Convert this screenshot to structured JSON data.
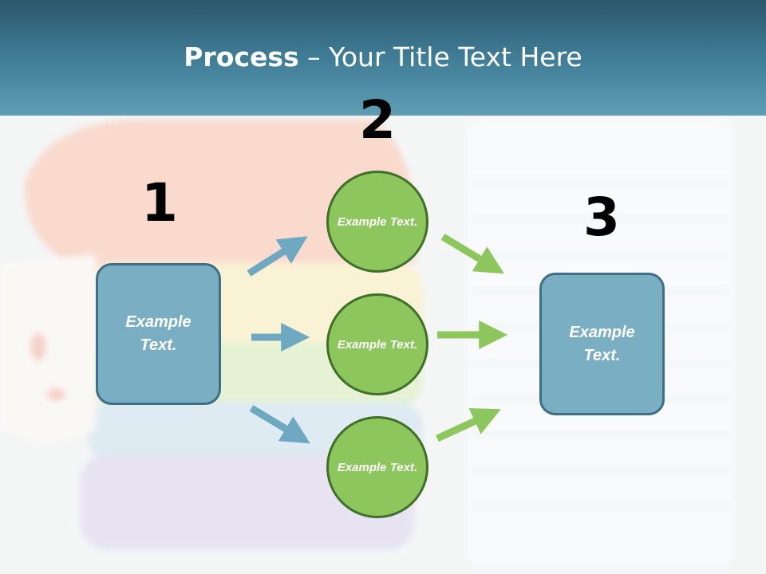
{
  "title": {
    "bold": "Process",
    "rest": " – Your Title Text Here"
  },
  "step_numbers": [
    "1",
    "2",
    "3"
  ],
  "box_left": {
    "text": "Example Text."
  },
  "circles": [
    {
      "text": "Example Text."
    },
    {
      "text": "Example Text."
    },
    {
      "text": "Example Text."
    }
  ],
  "box_right": {
    "text": "Example Text."
  },
  "colors": {
    "header": "#3f7d96",
    "box_fill": "#7aaec3",
    "circle_fill": "#8cc65c",
    "blue_arrow": "#6fa9c1",
    "green_arrow": "#8cc65c"
  }
}
